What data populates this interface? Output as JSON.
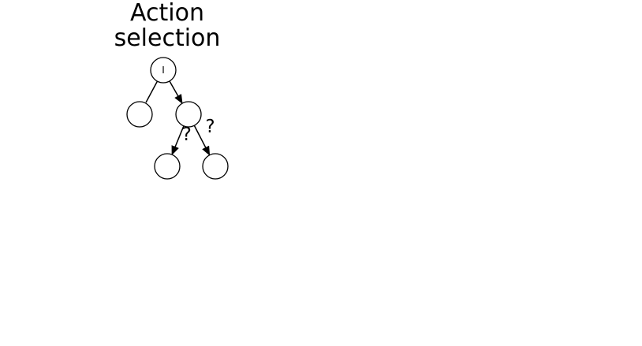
{
  "diagram": {
    "title_lines": [
      "Action",
      "selection"
    ],
    "nodes": [
      {
        "id": "root",
        "label": "I"
      },
      {
        "id": "left-child",
        "label": ""
      },
      {
        "id": "right-child",
        "label": ""
      },
      {
        "id": "grandchild-left",
        "label": ""
      },
      {
        "id": "grandchild-right",
        "label": ""
      }
    ],
    "edges": [
      {
        "from": "root",
        "to": "left-child",
        "arrow": false,
        "label": ""
      },
      {
        "from": "root",
        "to": "right-child",
        "arrow": true,
        "label": ""
      },
      {
        "from": "right-child",
        "to": "grandchild-left",
        "arrow": true,
        "label": "?"
      },
      {
        "from": "right-child",
        "to": "grandchild-right",
        "arrow": true,
        "label": "?"
      }
    ],
    "colors": {
      "stroke": "#000000",
      "fill": "#ffffff",
      "background": "#ffffff"
    }
  }
}
